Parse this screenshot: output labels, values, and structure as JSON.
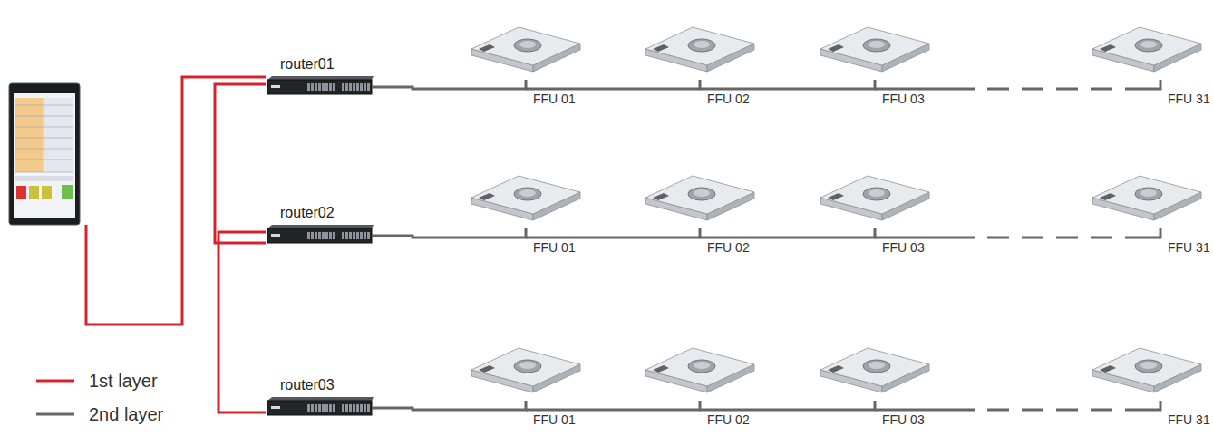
{
  "diagram": {
    "nodes": [
      {
        "text": [
          "router01"
        ]
      },
      {
        "text": [
          "FFU 01"
        ]
      },
      {
        "text": [
          "FFU 02"
        ]
      },
      {
        "text": [
          "FFU 03"
        ]
      },
      {
        "text": [
          "FFU 31"
        ]
      },
      {
        "text": [
          "router02"
        ]
      },
      {
        "text": [
          "FFU 01"
        ]
      },
      {
        "text": [
          "FFU 02"
        ]
      },
      {
        "text": [
          "FFU 03"
        ]
      },
      {
        "text": [
          "FFU 31"
        ]
      },
      {
        "text": [
          "router03"
        ]
      },
      {
        "text": [
          "FFU 01"
        ]
      },
      {
        "text": [
          "FFU 02"
        ]
      },
      {
        "text": [
          "FFU 03"
        ]
      },
      {
        "text": [
          "FFU 31"
        ]
      }
    ],
    "edges": [
      {
        "from": 0,
        "to": 1,
        "arrow": "none"
      },
      {
        "from": 1,
        "to": 2,
        "arrow": "none"
      },
      {
        "from": 2,
        "to": 3,
        "arrow": "none"
      },
      {
        "from": 3,
        "to": 4,
        "arrow": "none"
      },
      {
        "from": 5,
        "to": 6,
        "arrow": "none"
      },
      {
        "from": 6,
        "to": 7,
        "arrow": "none"
      },
      {
        "from": 7,
        "to": 8,
        "arrow": "none"
      },
      {
        "from": 8,
        "to": 9,
        "arrow": "none"
      },
      {
        "from": 10,
        "to": 11,
        "arrow": "none"
      },
      {
        "from": 11,
        "to": 12,
        "arrow": "none"
      },
      {
        "from": 12,
        "to": 13,
        "arrow": "none"
      },
      {
        "from": 13,
        "to": 14,
        "arrow": "none"
      }
    ],
    "legend": [
      {
        "text": "1st layer"
      },
      {
        "text": "2nd layer"
      }
    ]
  }
}
